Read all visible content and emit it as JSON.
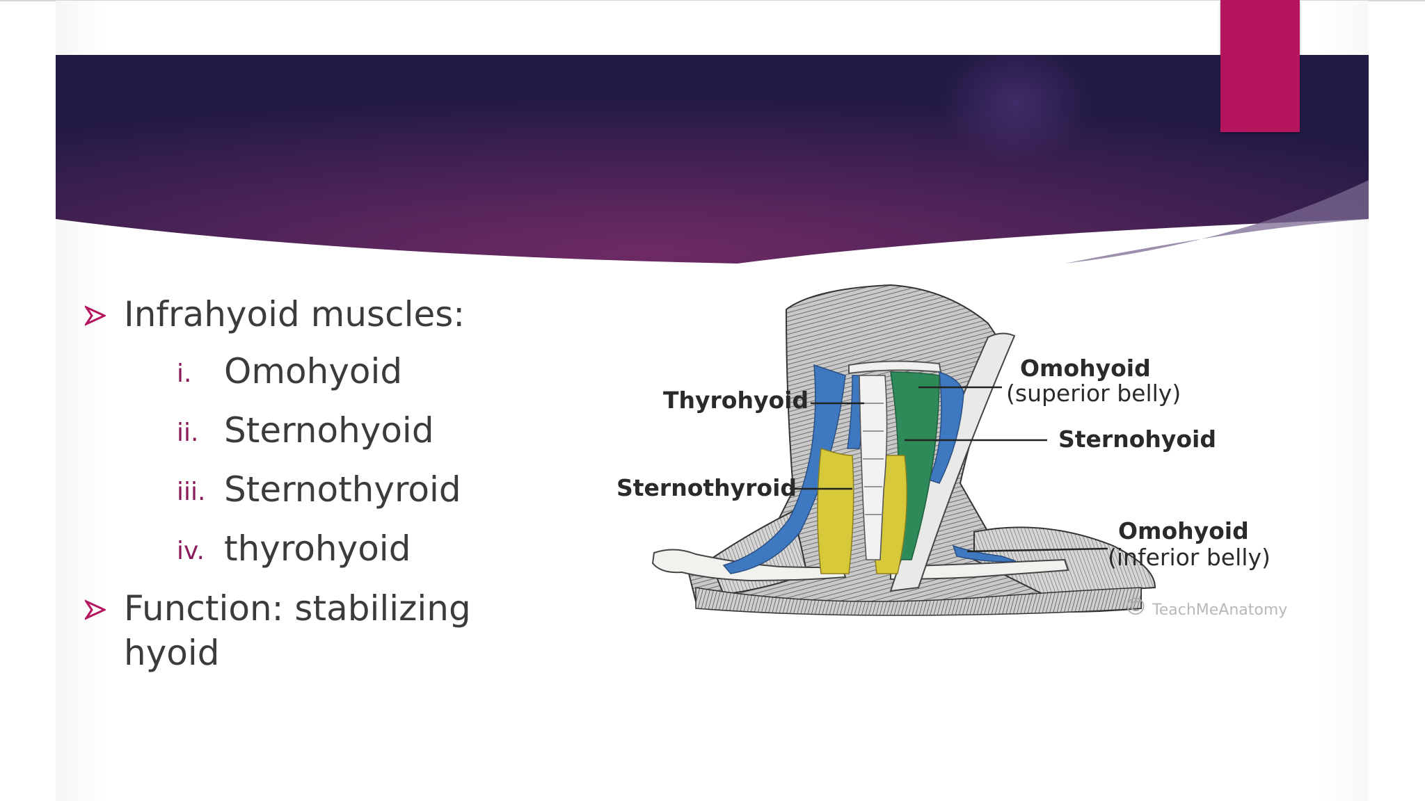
{
  "slide": {
    "bullets": [
      {
        "text": "Infrahyoid muscles:",
        "subitems": [
          {
            "num": "i.",
            "text": "Omohyoid"
          },
          {
            "num": "ii.",
            "text": "Sternohyoid"
          },
          {
            "num": "iii.",
            "text": "Sternothyroid"
          },
          {
            "num": "iv.",
            "text": "thyrohyoid"
          }
        ]
      },
      {
        "text": "Function: stabilizing hyoid"
      }
    ]
  },
  "figure": {
    "labels": {
      "thyrohyoid": "Thyrohyoid",
      "omohyoid_superior": "Omohyoid",
      "omohyoid_superior_sub": "(superior belly)",
      "sternohyoid": "Sternohyoid",
      "sternothyroid": "Sternothyroid",
      "omohyoid_inferior": "Omohyoid",
      "omohyoid_inferior_sub": "(inferior belly)"
    },
    "copyright_symbol": "©",
    "copyright_text": "TeachMeAnatomy"
  },
  "colors": {
    "banner_dark": "#231a45",
    "banner_mid": "#6b2a63",
    "accent": "#b5145f",
    "text": "#3b3b3b",
    "numeral": "#8b1a5c",
    "muscle_blue": "#3d78c0",
    "muscle_green": "#2f8a5a",
    "muscle_yellow": "#d8c93a"
  },
  "icons": {
    "bullet": "arrowhead-bullet-icon"
  }
}
